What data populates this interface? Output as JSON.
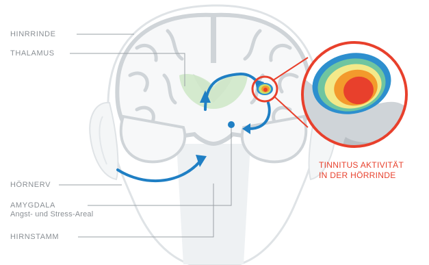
{
  "labels": {
    "cortex": "HINRRINDE",
    "thalamus": "THALAMUS",
    "auditory_nerve": "HÖRNERV",
    "amygdala": "AMYGDALA",
    "amygdala_sub": "Angst- und Stress-Areal",
    "brainstem": "HIRNSTAMM"
  },
  "callout": {
    "line1": "TINNITUS AKTIVITÄT",
    "line2": "IN DER HÖRRINDE"
  },
  "colors": {
    "label_gray": "#8a8f94",
    "accent_red": "#e8402c",
    "pathway_blue": "#1f7fc4",
    "thalamus_green": "#cfe8c9",
    "brain_gray": "#cfd4d8"
  }
}
